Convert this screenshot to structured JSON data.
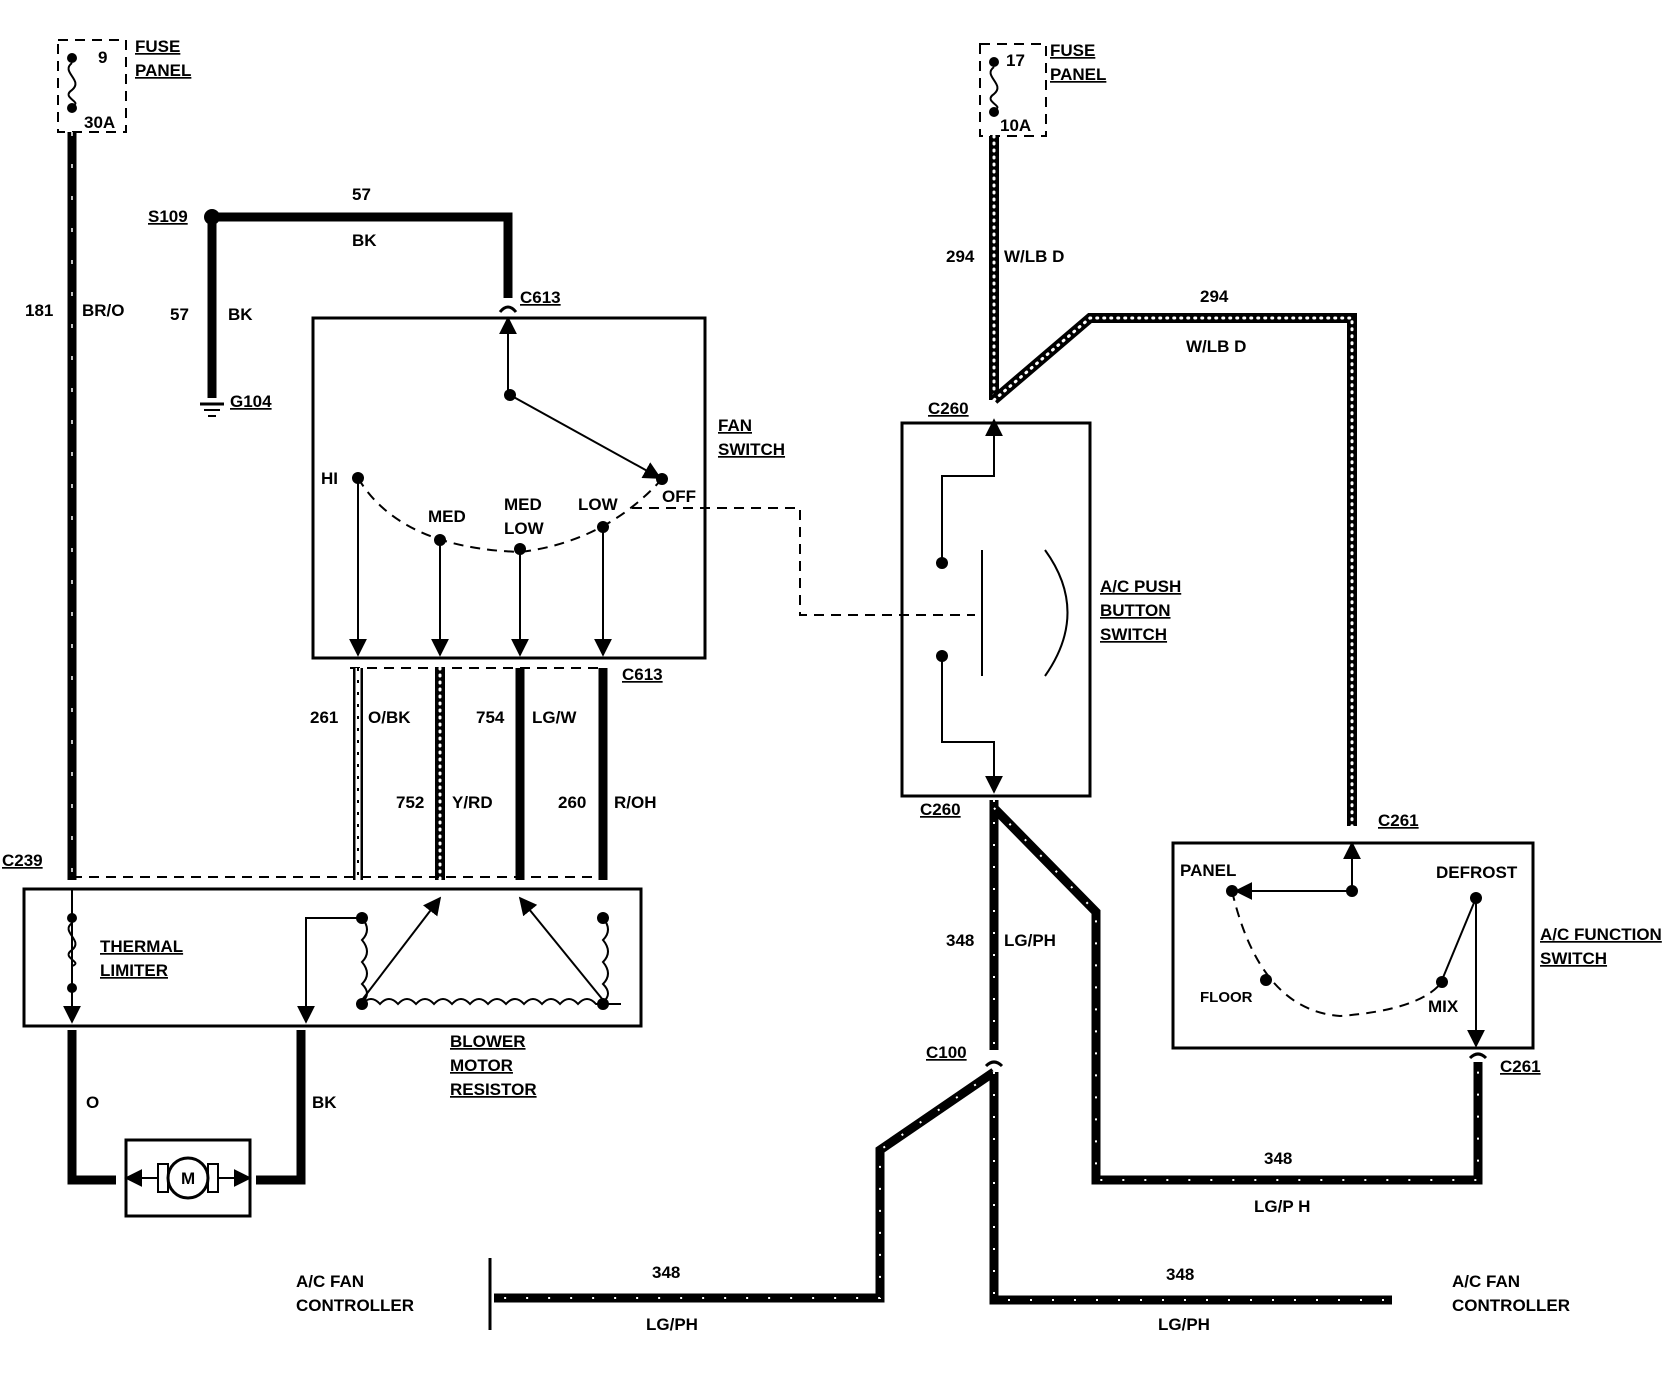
{
  "fuse_left": {
    "number": "9",
    "rating": "30A",
    "label1": "FUSE",
    "label2": "PANEL"
  },
  "fuse_right": {
    "number": "17",
    "rating": "10A",
    "label1": "FUSE",
    "label2": "PANEL"
  },
  "splice": "S109",
  "ground": "G104",
  "connectors": {
    "c613_top": "C613",
    "c613_bottom": "C613",
    "c239": "C239",
    "c260_top": "C260",
    "c260_bottom": "C260",
    "c261_top": "C261",
    "c261_bottom": "C261",
    "c100": "C100"
  },
  "wires": {
    "w181": {
      "number": "181",
      "color": "BR/O"
    },
    "w57_top": {
      "number": "57",
      "color": "BK"
    },
    "w57_down": {
      "number": "57",
      "color": "BK"
    },
    "w261": {
      "number": "261",
      "color": "O/BK"
    },
    "w752": {
      "number": "752",
      "color": "Y/RD"
    },
    "w754": {
      "number": "754",
      "color": "LG/W"
    },
    "w260": {
      "number": "260",
      "color": "R/OH"
    },
    "w294_v": {
      "number": "294",
      "color": "W/LB D"
    },
    "w294_h": {
      "number": "294",
      "color": "W/LB D"
    },
    "w348_v": {
      "number": "348",
      "color": "LG/PH"
    },
    "w348_bottom_right": {
      "number": "348",
      "color": "LG/P H"
    },
    "w348_left": {
      "number": "348",
      "color": "LG/PH"
    },
    "w348_right": {
      "number": "348",
      "color": "LG/PH"
    },
    "motor_o": "O",
    "motor_bk": "BK"
  },
  "fan_switch": {
    "title1": "FAN",
    "title2": "SWITCH",
    "hi": "HI",
    "med": "MED",
    "med_low1": "MED",
    "med_low2": "LOW",
    "low": "LOW",
    "off": "OFF"
  },
  "ac_push_button": {
    "line1": "A/C PUSH",
    "line2": "BUTTON",
    "line3": "SWITCH"
  },
  "thermal_limiter": {
    "line1": "THERMAL",
    "line2": "LIMITER"
  },
  "blower_resistor": {
    "line1": "BLOWER",
    "line2": "MOTOR",
    "line3": "RESISTOR"
  },
  "motor_symbol": "M",
  "ac_function": {
    "title1": "A/C FUNCTION",
    "title2": "SWITCH",
    "panel": "PANEL",
    "defrost": "DEFROST",
    "floor": "FLOOR",
    "mix": "MIX"
  },
  "fan_controller_left": {
    "line1": "A/C FAN",
    "line2": "CONTROLLER"
  },
  "fan_controller_right": {
    "line1": "A/C FAN",
    "line2": "CONTROLLER"
  }
}
